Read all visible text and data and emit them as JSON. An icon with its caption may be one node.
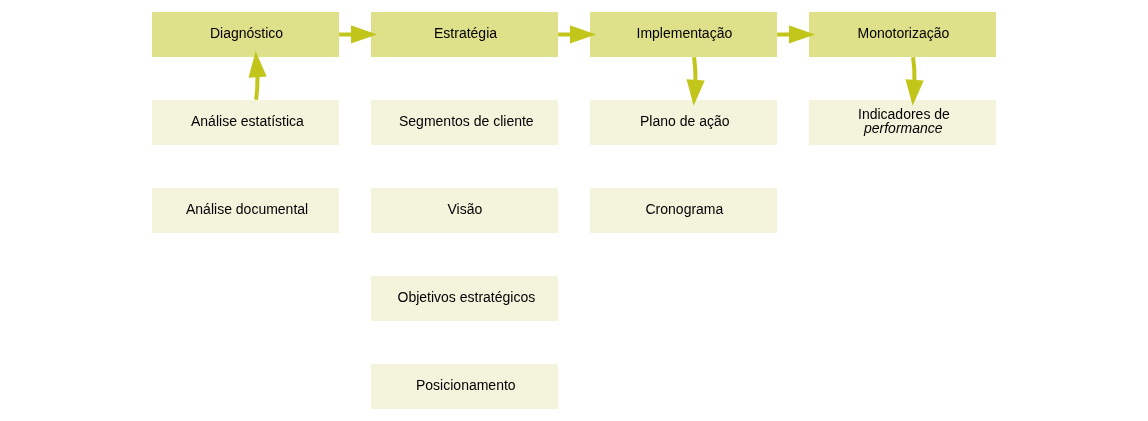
{
  "diagram": {
    "nodes": [
      {
        "text": [
          "Diagnóstico"
        ]
      },
      {
        "text": [
          "Estratégia"
        ]
      },
      {
        "text": [
          "Implementação"
        ]
      },
      {
        "text": [
          "Monotorização"
        ]
      },
      {
        "text": [
          "Análise estatística"
        ]
      },
      {
        "text": [
          "Análise documental"
        ]
      },
      {
        "text": [
          "Segmentos de cliente"
        ]
      },
      {
        "text": [
          "Visão"
        ]
      },
      {
        "text": [
          "Objetivos estratégicos"
        ]
      },
      {
        "text": [
          "Posicionamento"
        ]
      },
      {
        "text": [
          "Plano de ação"
        ]
      },
      {
        "text": [
          "Cronograma"
        ]
      },
      {
        "text": [
          "Indicadores de *performance*"
        ]
      }
    ],
    "edges": [
      {
        "from": 0,
        "to": 1,
        "arrow": "to"
      },
      {
        "from": 1,
        "to": 2,
        "arrow": "to"
      },
      {
        "from": 2,
        "to": 3,
        "arrow": "to"
      },
      {
        "from": 4,
        "to": 0,
        "arrow": "to"
      },
      {
        "from": 2,
        "to": 10,
        "arrow": "to"
      },
      {
        "from": 3,
        "to": 12,
        "arrow": "to"
      }
    ]
  }
}
